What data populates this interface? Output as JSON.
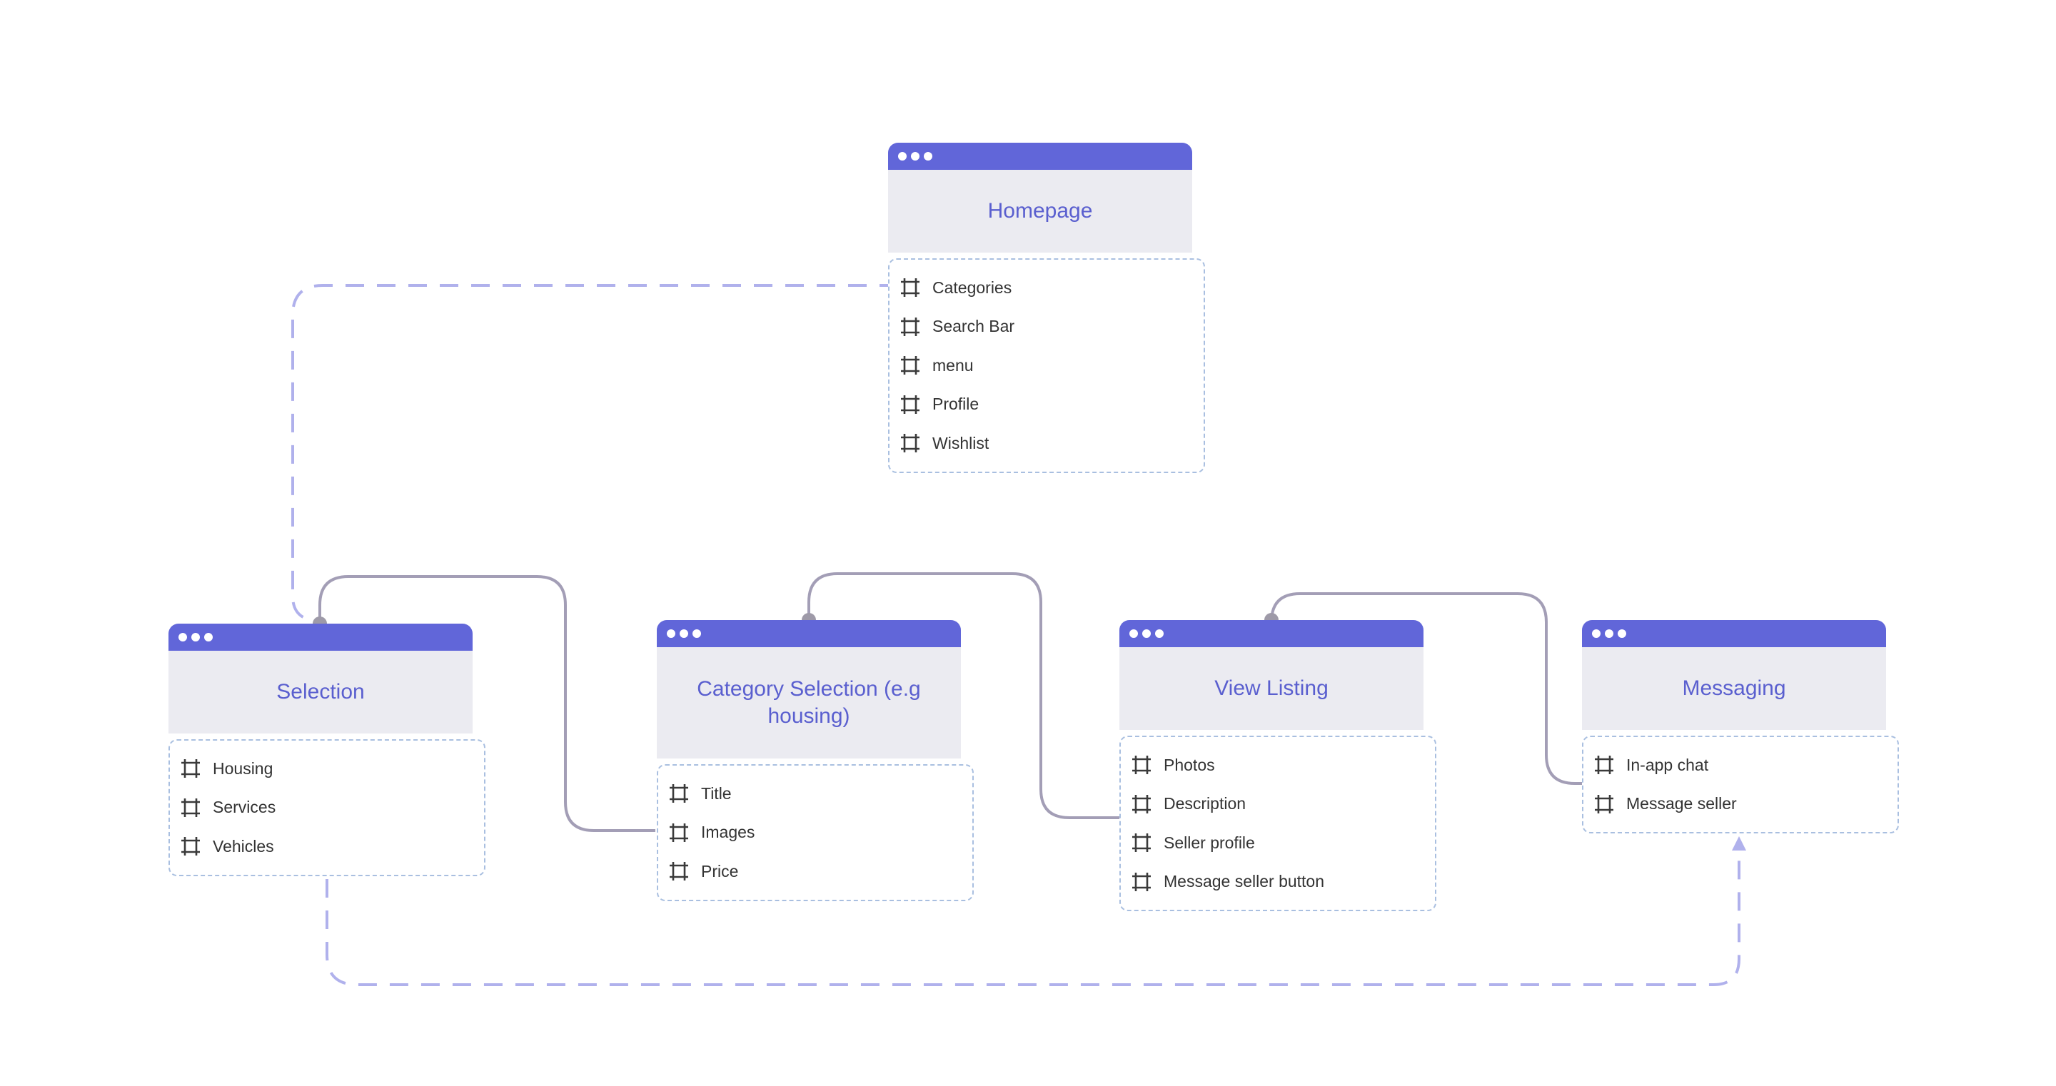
{
  "colors": {
    "header": "#6166d9",
    "title_text": "#5a5fcf",
    "title_bg": "#ebebf1",
    "list_border": "#a9bfe0",
    "dashed_connector": "#b0b1ec",
    "solid_connector": "#a39eb6",
    "connector_node": "#9e9aa8"
  },
  "item_icon": "frame-icon",
  "cards": {
    "homepage": {
      "title": "Homepage",
      "items": [
        "Categories",
        "Search Bar",
        "menu",
        "Profile",
        "Wishlist"
      ]
    },
    "selection": {
      "title": "Selection",
      "items": [
        "Housing",
        "Services",
        "Vehicles"
      ]
    },
    "category_selection": {
      "title": "Category Selection (e.g housing)",
      "items": [
        "Title",
        "Images",
        "Price"
      ]
    },
    "view_listing": {
      "title": "View Listing",
      "items": [
        "Photos",
        "Description",
        "Seller profile",
        "Message seller button"
      ]
    },
    "messaging": {
      "title": "Messaging",
      "items": [
        "In-app chat",
        "Message seller"
      ]
    }
  }
}
